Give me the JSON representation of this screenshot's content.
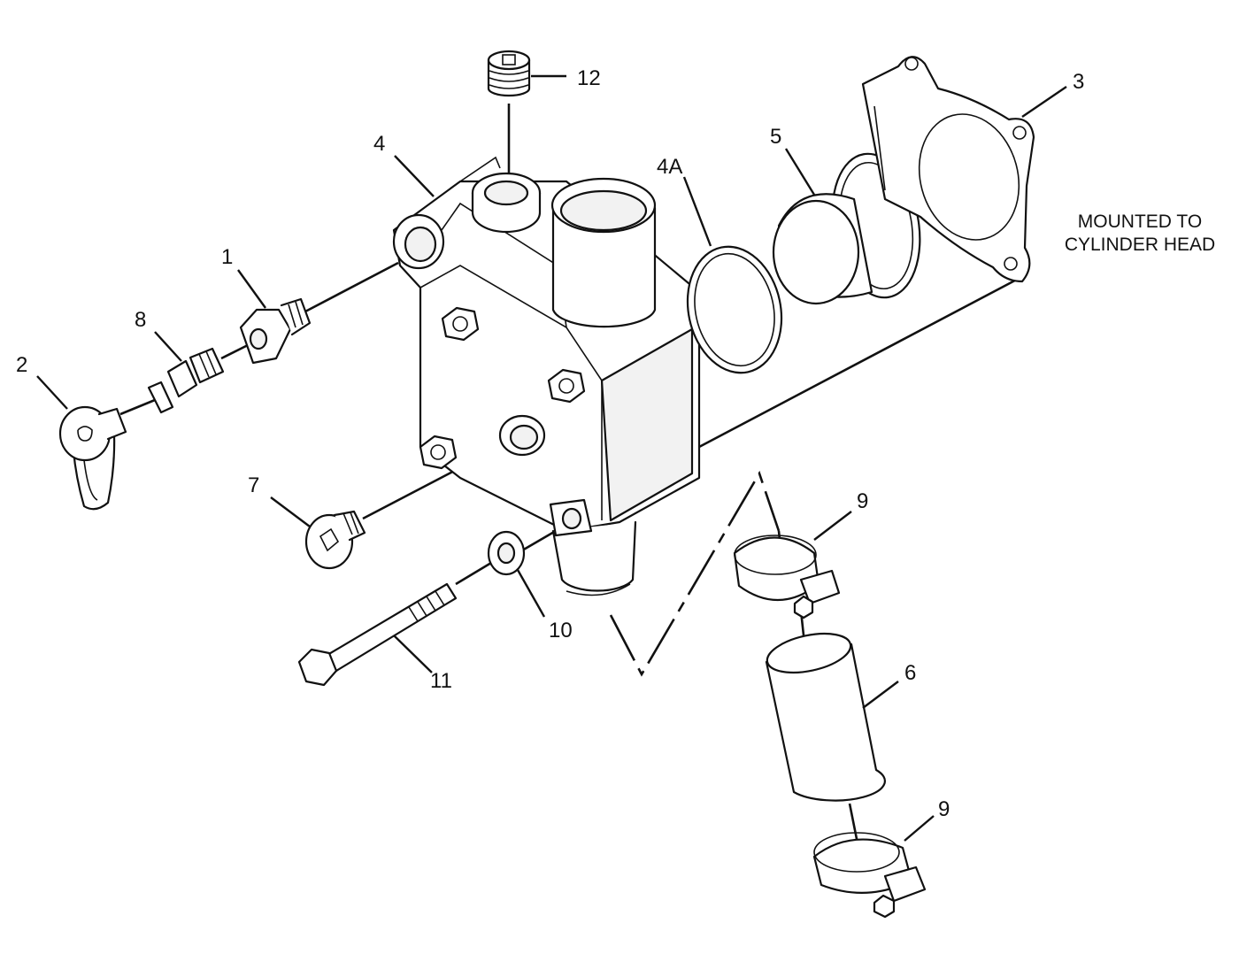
{
  "callouts": {
    "c1": "1",
    "c2": "2",
    "c3": "3",
    "c4": "4",
    "c4a": "4A",
    "c5": "5",
    "c6": "6",
    "c7": "7",
    "c8": "8",
    "c9a": "9",
    "c9b": "9",
    "c10": "10",
    "c11": "11",
    "c12": "12"
  },
  "note": {
    "line1": "MOUNTED TO",
    "line2": "CYLINDER HEAD"
  },
  "icons": [
    "hex-bolt",
    "hose-clamp",
    "thermostat",
    "gasket",
    "o-ring",
    "plug",
    "hose",
    "washer",
    "fitting",
    "drain-cock"
  ]
}
